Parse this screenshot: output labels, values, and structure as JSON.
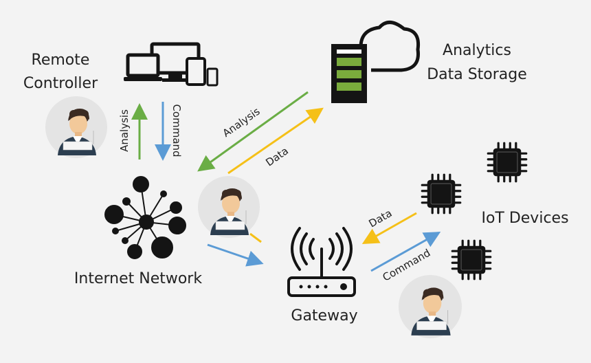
{
  "nodes": {
    "remote_controller": {
      "line1": "Remote",
      "line2": "Controller"
    },
    "analytics": {
      "line1": "Analytics",
      "line2": "Data Storage"
    },
    "internet": {
      "label": "Internet Network"
    },
    "gateway": {
      "label": "Gateway"
    },
    "iot": {
      "label": "IoT Devices"
    }
  },
  "arrows": {
    "remote_analysis": "Analysis",
    "remote_command": "Command",
    "storage_analysis": "Analysis",
    "storage_data": "Data",
    "iot_data": "Data",
    "iot_command": "Command"
  },
  "colors": {
    "analysis_arrow": "#6aad45",
    "data_arrow": "#f5c018",
    "command_arrow": "#5b9bd5",
    "storage_bars": "#7aab3c",
    "icon_dark": "#141414",
    "avatar_bg": "#e4e4e4"
  },
  "icons": [
    "devices-icon",
    "cloud-server-icon",
    "network-hub-icon",
    "router-icon",
    "chip-icon",
    "person-avatar-icon"
  ]
}
